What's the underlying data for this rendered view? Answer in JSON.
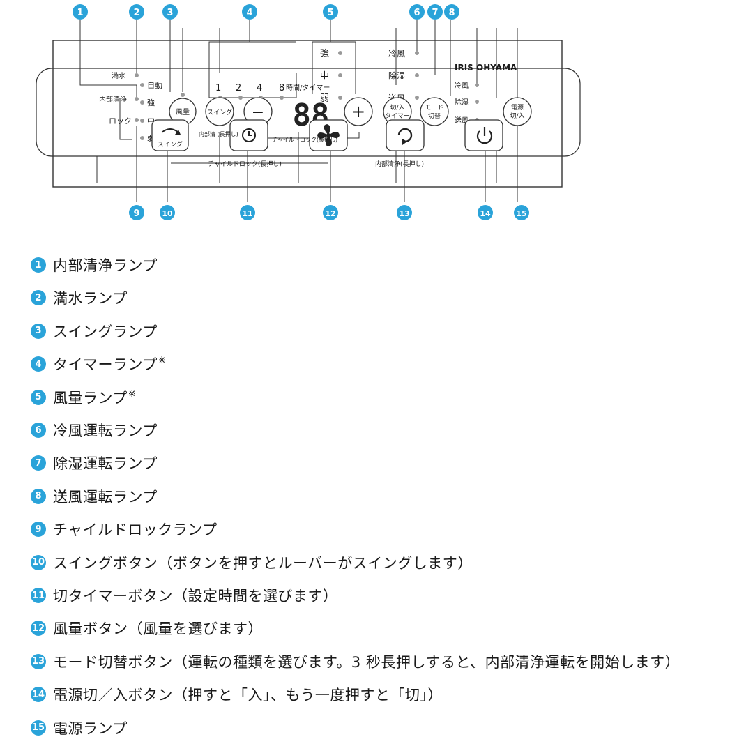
{
  "badge_color": "#2aa3d9",
  "callouts": [
    "1",
    "2",
    "3",
    "4",
    "5",
    "6",
    "7",
    "8",
    "9",
    "10",
    "11",
    "12",
    "13",
    "14",
    "15"
  ],
  "panel": {
    "brand": "IRIS OHYAMA",
    "lamps": {
      "full_water": "満水",
      "auto": "自動",
      "internal_clean": "内部清浄",
      "strong": "強",
      "lock": "ロック",
      "medium": "中",
      "weak": "弱",
      "timer_1": "1",
      "timer_2": "2",
      "timer_4": "4",
      "timer_8": "8",
      "timer_unit": "時間/タイマー",
      "fan_strong": "強",
      "fan_medium": "中",
      "fan_weak": "弱",
      "cool": "冷風",
      "dehumid": "除湿",
      "fan_mode": "送風",
      "cool_small": "冷風",
      "dehumid_small": "除湿",
      "fan_small": "送風"
    },
    "buttons": {
      "fan_speed": "風量",
      "swing": "スイング",
      "minus": "−",
      "plus": "+",
      "power_toggle_1": "切/入",
      "power_toggle_2": "タイマー",
      "mode_1": "モード",
      "mode_2": "切替",
      "power_1": "電源",
      "power_2": "切/入",
      "swing_big": "スイング"
    },
    "display": "88",
    "sublabels": {
      "internal_clean_hold": "内部清 (長押し)",
      "child_lock_hold_upper": "チャイルドロック(長押し)",
      "child_lock_hold_lower": "チャイルドロック(長押し)",
      "internal_clean_hold_right": "内部清浄(長押し)"
    }
  },
  "legend": [
    {
      "num": "1",
      "text": "内部清浄ランプ",
      "note": ""
    },
    {
      "num": "2",
      "text": "満水ランプ",
      "note": ""
    },
    {
      "num": "3",
      "text": "スイングランプ",
      "note": ""
    },
    {
      "num": "4",
      "text": "タイマーランプ",
      "note": "※"
    },
    {
      "num": "5",
      "text": "風量ランプ",
      "note": "※"
    },
    {
      "num": "6",
      "text": "冷風運転ランプ",
      "note": ""
    },
    {
      "num": "7",
      "text": "除湿運転ランプ",
      "note": ""
    },
    {
      "num": "8",
      "text": "送風運転ランプ",
      "note": ""
    },
    {
      "num": "9",
      "text": "チャイルドロックランプ",
      "note": ""
    },
    {
      "num": "10",
      "text": "スイングボタン（ボタンを押すとルーバーがスイングします）",
      "note": ""
    },
    {
      "num": "11",
      "text": "切タイマーボタン（設定時間を選びます）",
      "note": ""
    },
    {
      "num": "12",
      "text": "風量ボタン（風量を選びます）",
      "note": ""
    },
    {
      "num": "13",
      "text": "モード切替ボタン（運転の種類を選びます。3 秒長押しすると、内部清浄運転を開始します）",
      "note": ""
    },
    {
      "num": "14",
      "text": "電源切／入ボタン（押すと「入」、もう一度押すと「切」）",
      "note": ""
    },
    {
      "num": "15",
      "text": "電源ランプ",
      "note": ""
    }
  ]
}
